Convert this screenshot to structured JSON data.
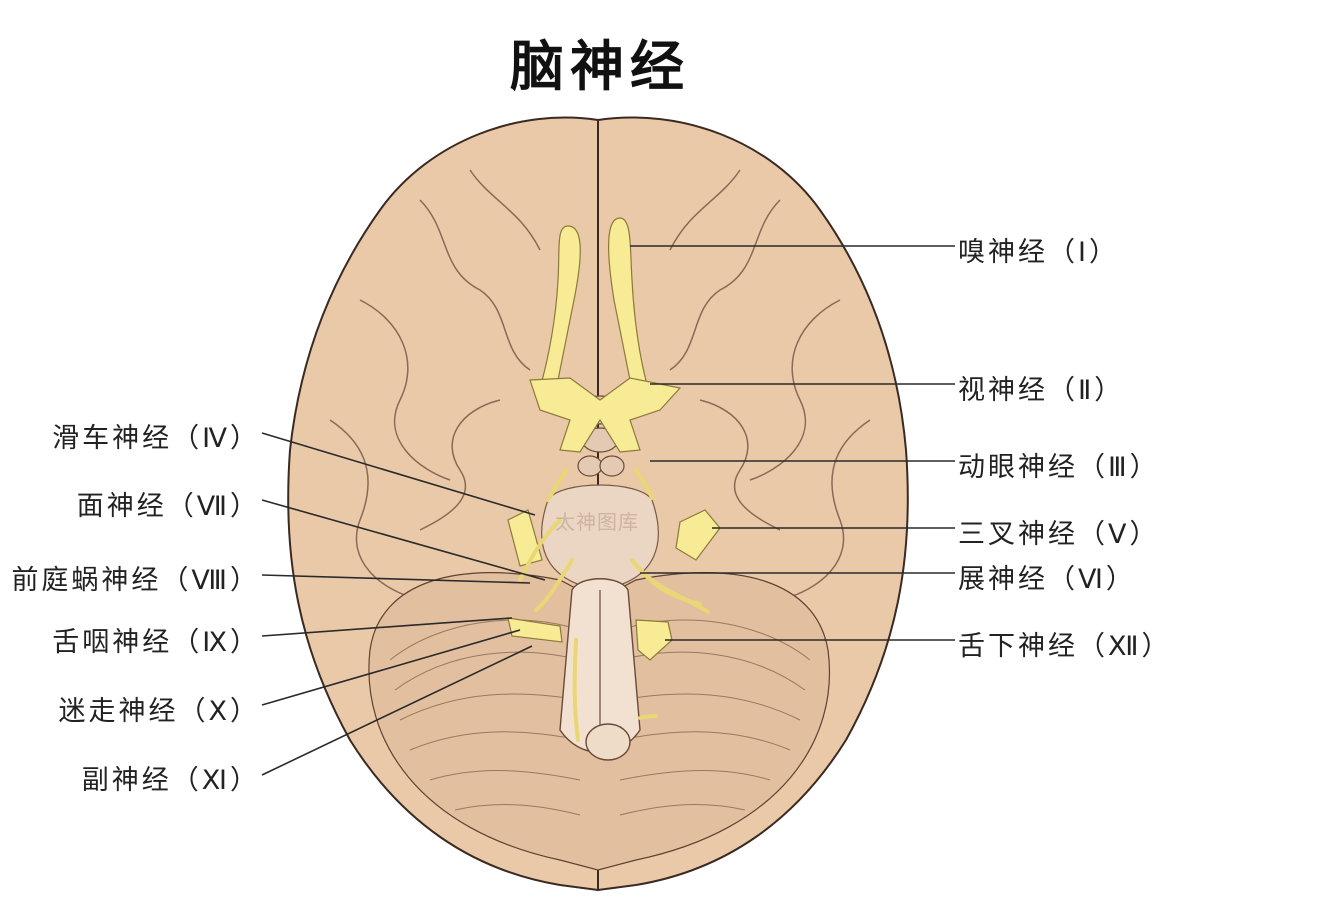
{
  "title": "脑神经",
  "watermark": "太神图库",
  "colors": {
    "brain": "#e9c9a8",
    "brain_outline": "#3a2a22",
    "nerve": "#f7ec95",
    "leader": "#2a2a2a"
  },
  "labels_right": [
    {
      "id": "olfactory",
      "text": "嗅神经（Ⅰ）"
    },
    {
      "id": "optic",
      "text": "视神经（Ⅱ）"
    },
    {
      "id": "oculomotor",
      "text": "动眼神经（Ⅲ）"
    },
    {
      "id": "trigeminal",
      "text": "三叉神经（Ⅴ）"
    },
    {
      "id": "abducens",
      "text": "展神经（Ⅵ）"
    },
    {
      "id": "hypoglossal",
      "text": "舌下神经（Ⅻ）"
    }
  ],
  "labels_left": [
    {
      "id": "trochlear",
      "text": "滑车神经（Ⅳ）"
    },
    {
      "id": "facial",
      "text": "面神经（Ⅶ）"
    },
    {
      "id": "vestibulocochlear",
      "text": "前庭蜗神经（Ⅷ）"
    },
    {
      "id": "glossopharyngeal",
      "text": "舌咽神经（Ⅸ）"
    },
    {
      "id": "vagus",
      "text": "迷走神经（Ⅹ）"
    },
    {
      "id": "accessory",
      "text": "副神经（Ⅺ）"
    }
  ]
}
